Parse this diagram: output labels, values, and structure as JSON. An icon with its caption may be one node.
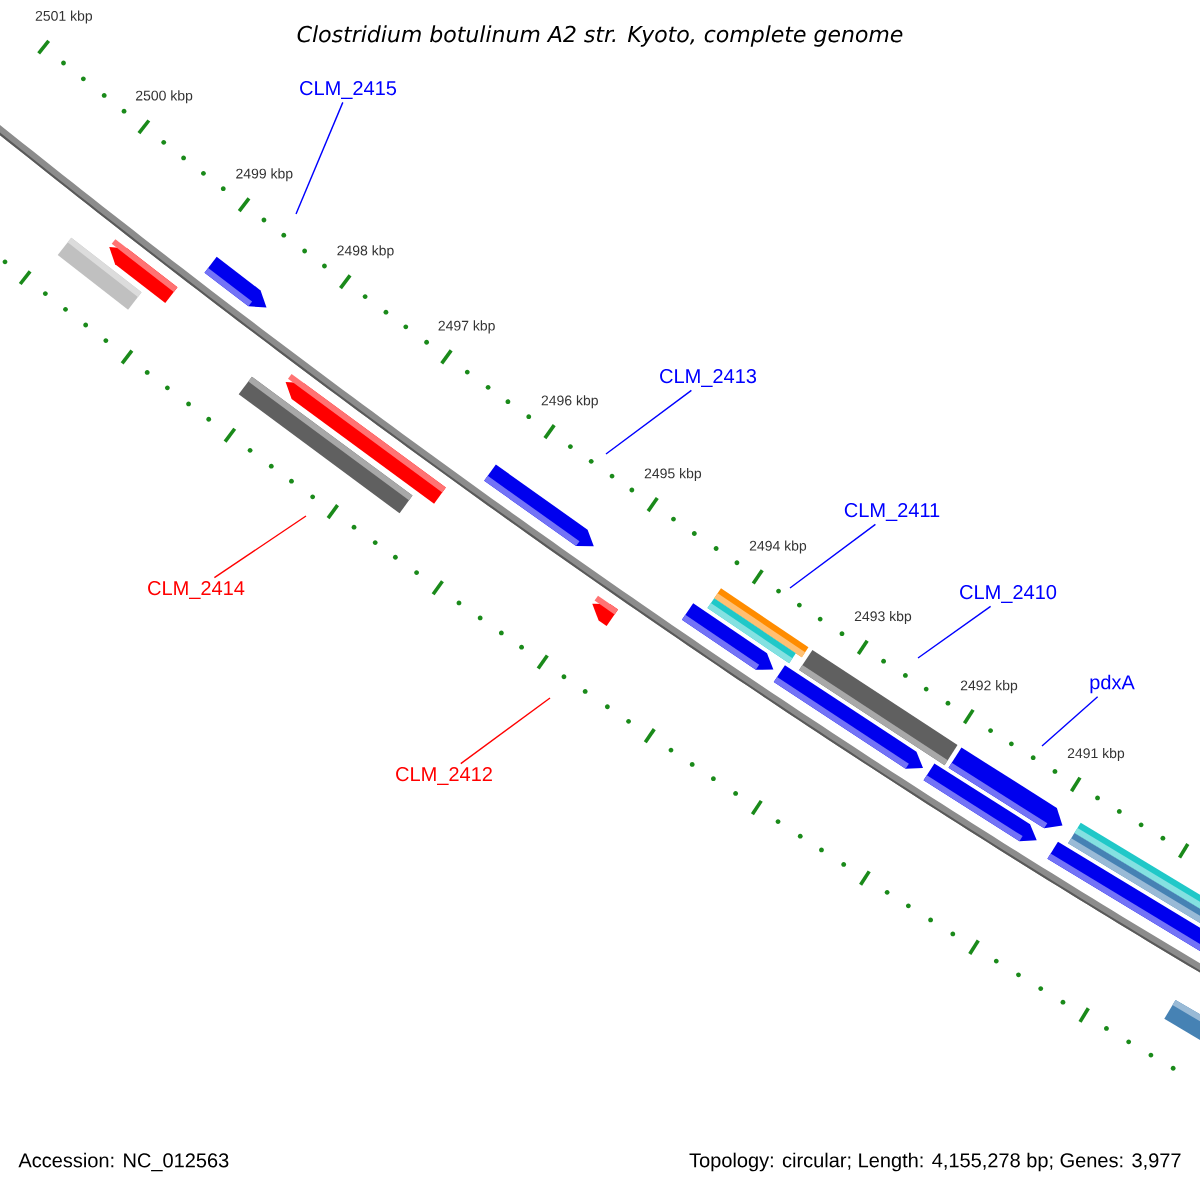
{
  "diagram": {
    "title": "Clostridium botulinum A2 str. Kyoto, complete genome",
    "nodes": [
      {
        "text": [
          "CLM_2415"
        ]
      },
      {
        "text": [
          "CLM_2413"
        ]
      },
      {
        "text": [
          "CLM_2411"
        ]
      },
      {
        "text": [
          "CLM_2414"
        ]
      },
      {
        "text": [
          "CLM_2410"
        ]
      },
      {
        "text": [
          "pdxA"
        ]
      },
      {
        "text": [
          "CLM_2412"
        ]
      }
    ],
    "edges": [
      {
        "from": 0,
        "to": null,
        "arrow": "none"
      },
      {
        "from": 1,
        "to": null,
        "arrow": "none"
      },
      {
        "from": 2,
        "to": null,
        "arrow": "none"
      },
      {
        "from": 3,
        "to": null,
        "arrow": "none",
        "color": "#ff0000"
      },
      {
        "from": 4,
        "to": null,
        "arrow": "none"
      },
      {
        "from": 5,
        "to": null,
        "arrow": "none"
      },
      {
        "from": 6,
        "to": null,
        "arrow": "none",
        "color": "#ff0000"
      }
    ],
    "labels": [
      "2501 kbp",
      "2500 kbp",
      "2499 kbp",
      "2498 kbp",
      "2497 kbp",
      "2496 kbp",
      "2495 kbp",
      "2494 kbp",
      "2493 kbp",
      "2492 kbp",
      "2491 kbp",
      "Accession: NC_012563",
      "Topology: circular; Length: 4,155,278 bp; Genes: 3,977"
    ]
  }
}
